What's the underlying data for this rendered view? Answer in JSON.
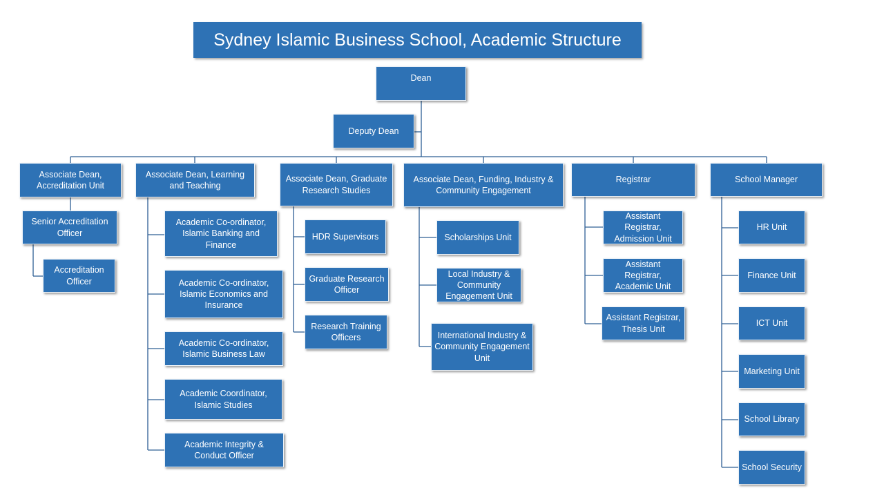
{
  "title": "Sydney Islamic Business School, Academic Structure",
  "nodes": {
    "dean": "Dean",
    "deputy_dean": "Deputy Dean",
    "assoc_accreditation": "Associate Dean, Accreditation Unit",
    "senior_accreditation_officer": "Senior Accreditation Officer",
    "accreditation_officer": "Accreditation Officer",
    "assoc_learning": "Associate Dean, Learning and Teaching",
    "coord_banking": "Academic Co-ordinator, Islamic Banking and Finance",
    "coord_economics": "Academic Co-ordinator, Islamic Economics and Insurance",
    "coord_business_law": "Academic Co-ordinator, Islamic  Business Law",
    "coord_studies": "Academic Coordinator, Islamic Studies",
    "integrity_officer": "Academic Integrity & Conduct Officer",
    "assoc_graduate": "Associate Dean, Graduate Research Studies",
    "hdr_supervisors": "HDR Supervisors",
    "graduate_research_officer": "Graduate Research Officer",
    "research_training_officers": "Research Training Officers",
    "assoc_funding": "Associate Dean, Funding, Industry & Community Engagement",
    "scholarships_unit": "Scholarships Unit",
    "local_industry": "Local Industry & Community Engagement Unit",
    "international_industry": "International Industry & Community Engagement Unit",
    "registrar": "Registrar",
    "asst_admission": "Assistant Registrar, Admission Unit",
    "asst_academic": "Assistant Registrar, Academic Unit",
    "asst_thesis": "Assistant Registrar, Thesis Unit",
    "school_manager": "School Manager",
    "hr_unit": "HR Unit",
    "finance_unit": "Finance Unit",
    "ict_unit": "ICT Unit",
    "marketing_unit": "Marketing Unit",
    "school_library": "School Library",
    "school_security": "School Security"
  },
  "colors": {
    "box_fill": "#2e72b5",
    "box_text": "#ffffff",
    "connector": "#2e5f94"
  }
}
